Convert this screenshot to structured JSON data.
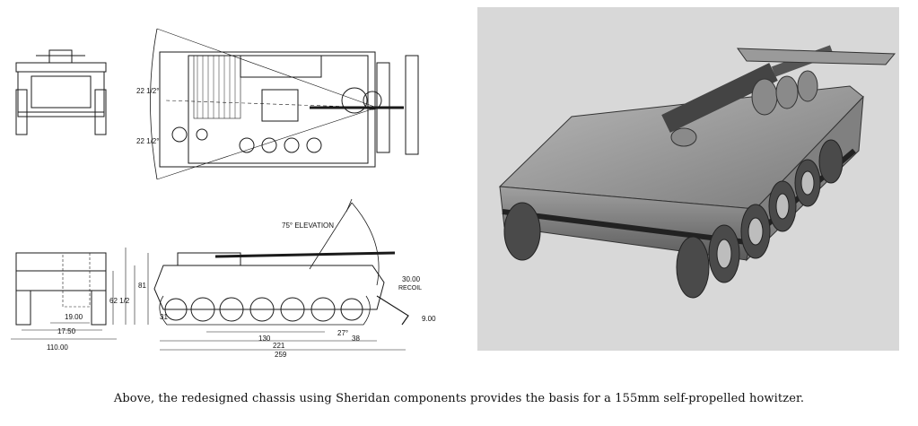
{
  "caption": "Above, the redesigned chassis using Sheridan components provides the basis for a 155mm self-propelled howitzer.",
  "top_view": {
    "traverse_left": "22 1/2°",
    "traverse_right": "22 1/2°"
  },
  "side_view": {
    "elevation": "75° ELEVATION",
    "recoil_value": "30.00",
    "recoil_label": "RECOIL",
    "height": "81",
    "hull_height": "62 1/2",
    "ground_clearance": "31",
    "spade_depth": "9.00",
    "spade_angle": "27°",
    "spade_length": "38",
    "track_ground": "130",
    "hull_length": "221",
    "overall_length": "259"
  },
  "front_view": {
    "track_width": "19.00",
    "track_span": "17.50",
    "overall_width": "110.00"
  },
  "colors": {
    "ink": "#1a1a1a",
    "photo_bg": "#d8d8d8",
    "hull": "#9a9a9a"
  }
}
